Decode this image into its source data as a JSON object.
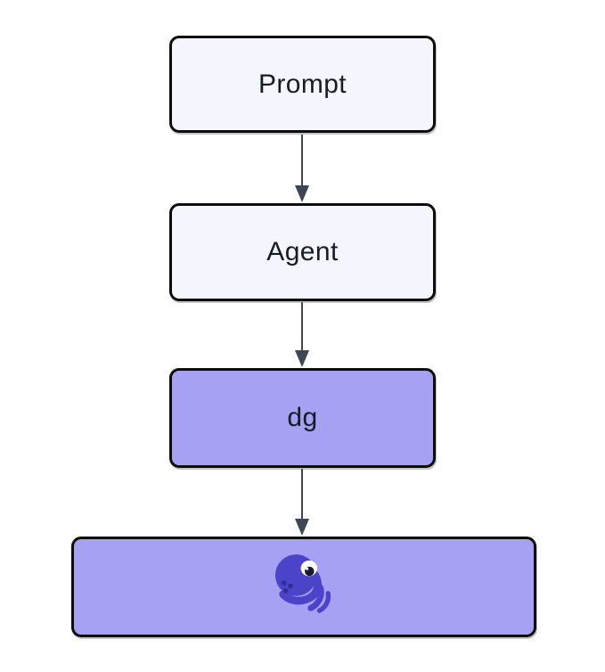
{
  "diagram": {
    "type": "flowchart",
    "direction": "top-down",
    "background": "#ffffff",
    "arrow_color": "#3e4553",
    "node_border_color": "#0d0d0d",
    "text_color": "#171c26",
    "nodes": [
      {
        "id": "prompt",
        "label": "Prompt",
        "fill": "#f5f5fd"
      },
      {
        "id": "agent",
        "label": "Agent",
        "fill": "#f5f5fd"
      },
      {
        "id": "dg",
        "label": "dg",
        "fill": "#a7a1f3"
      },
      {
        "id": "octopus",
        "label": "",
        "fill": "#a7a1f3",
        "icon": "octopus-icon"
      }
    ],
    "edges": [
      {
        "from": "prompt",
        "to": "agent"
      },
      {
        "from": "agent",
        "to": "dg"
      },
      {
        "from": "dg",
        "to": "octopus"
      }
    ],
    "octopus_icon_colors": {
      "body": "#4b44c8",
      "spots": "#322c96",
      "eye_white": "#ffffff",
      "pupil": "#191733"
    }
  }
}
